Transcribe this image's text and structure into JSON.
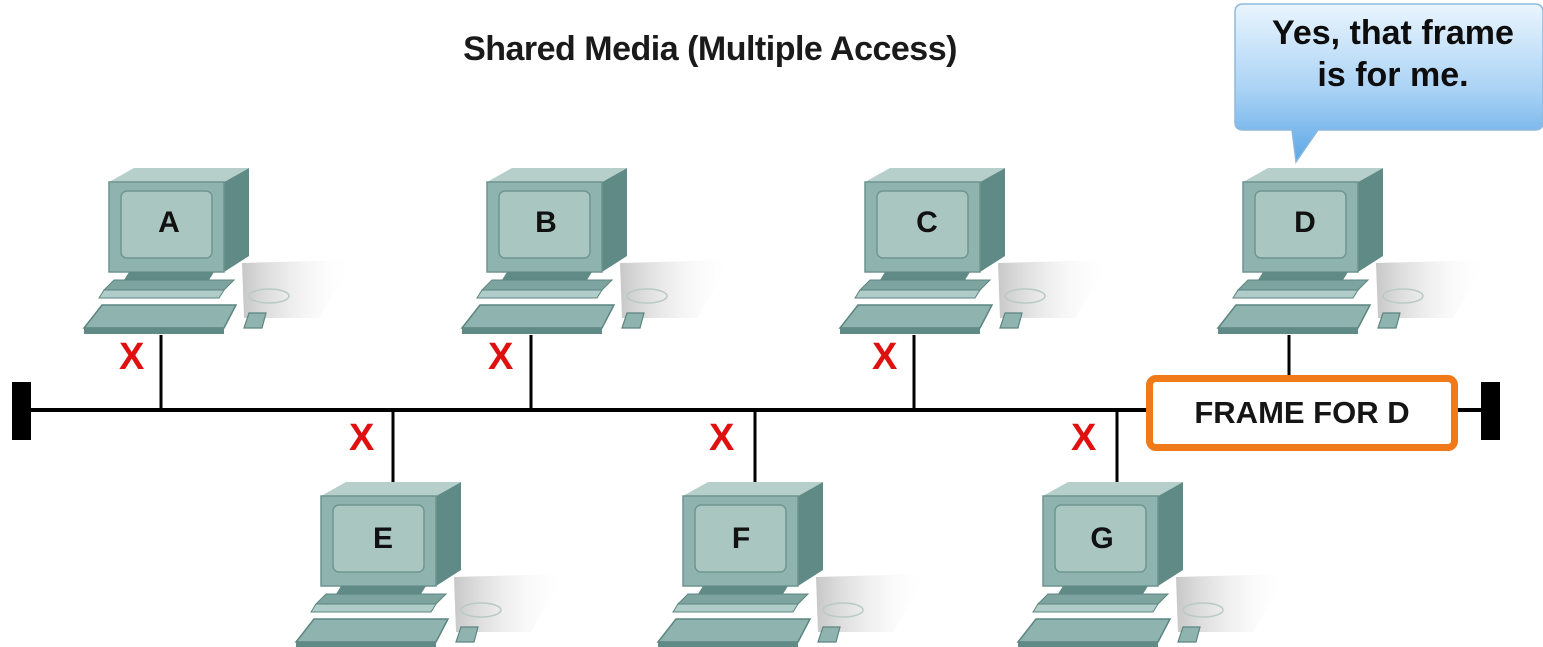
{
  "title": "Shared Media (Multiple Access)",
  "bubble": {
    "line1": "Yes, that frame",
    "line2": "is for me."
  },
  "frame": {
    "label": "FRAME FOR D"
  },
  "collision_mark": "X",
  "hosts": [
    {
      "id": "A",
      "row": "top"
    },
    {
      "id": "B",
      "row": "top"
    },
    {
      "id": "C",
      "row": "top"
    },
    {
      "id": "D",
      "row": "top",
      "accepts_frame": true
    },
    {
      "id": "E",
      "row": "bottom"
    },
    {
      "id": "F",
      "row": "bottom"
    },
    {
      "id": "G",
      "row": "bottom"
    }
  ],
  "colors": {
    "monitor_face": "#8fb3ae",
    "monitor_side": "#5f8a85",
    "screen": "#a9c6c1",
    "wire": "#000000",
    "x_mark": "#e01010",
    "frame_border": "#f07a1a",
    "bubble_top": "#d9ecfb",
    "bubble_bottom": "#5aa7e8"
  }
}
